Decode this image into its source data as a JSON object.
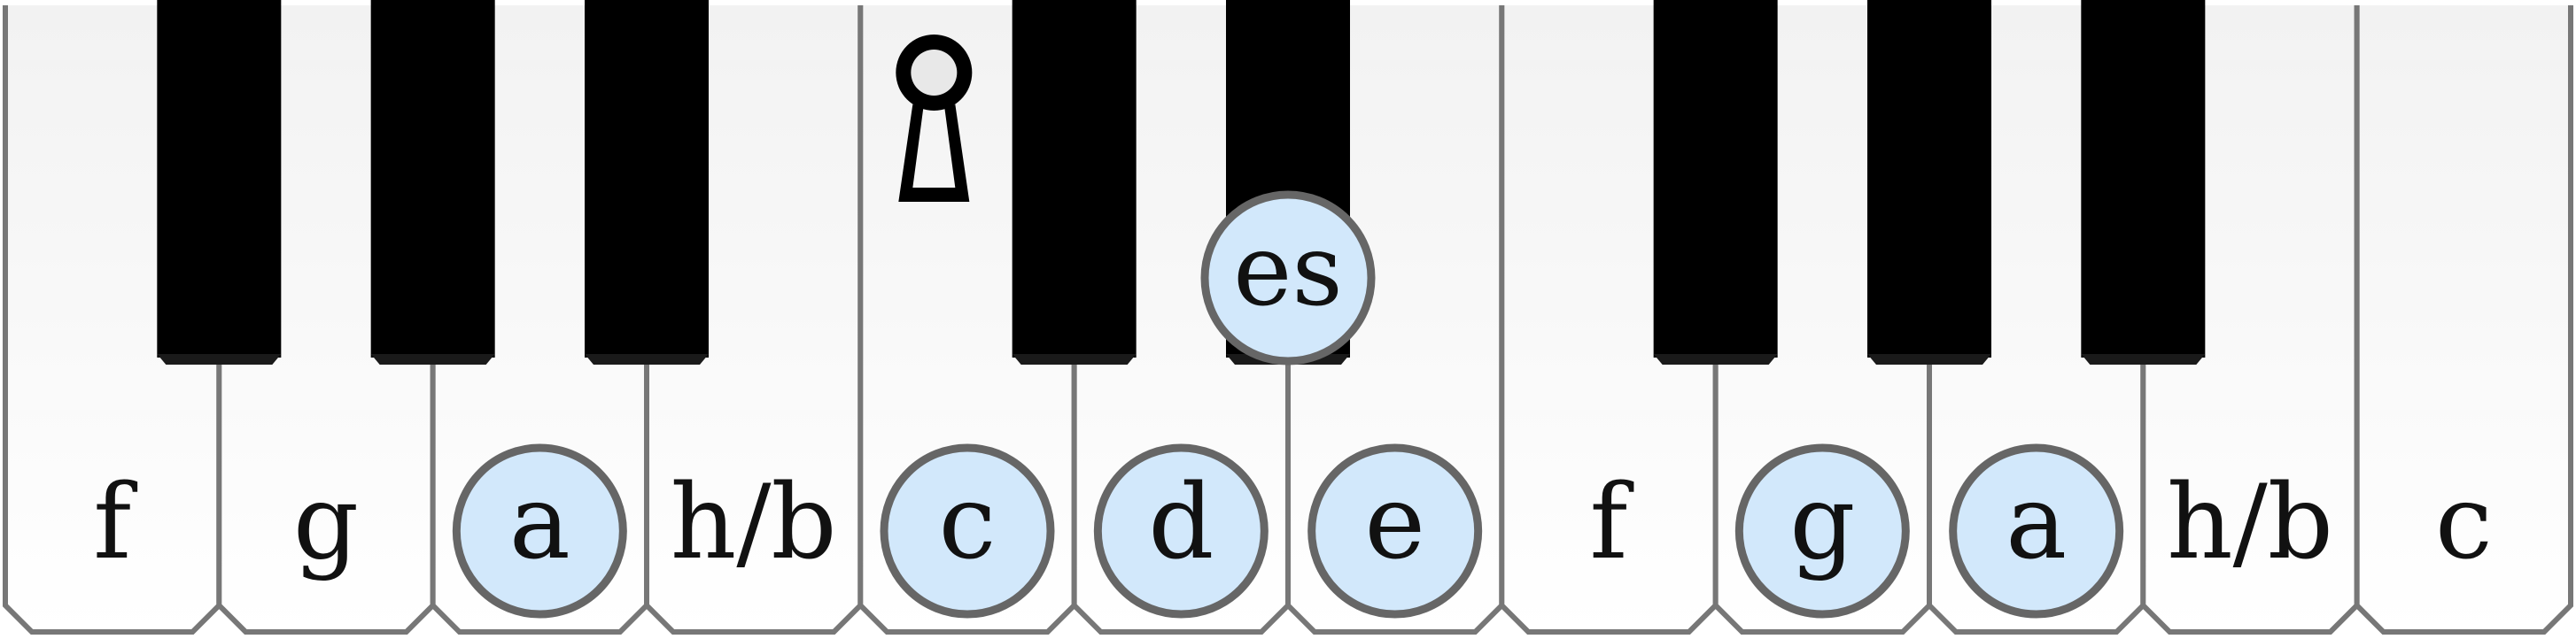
{
  "keyboard": {
    "white_keys": [
      {
        "name": "f",
        "label": "f",
        "highlighted": false
      },
      {
        "name": "g",
        "label": "g",
        "highlighted": false
      },
      {
        "name": "a",
        "label": "a",
        "highlighted": true
      },
      {
        "name": "h-b",
        "label": "h/b",
        "highlighted": false
      },
      {
        "name": "c",
        "label": "c",
        "highlighted": true,
        "marker": "keyhole-marker"
      },
      {
        "name": "d",
        "label": "d",
        "highlighted": true
      },
      {
        "name": "e",
        "label": "e",
        "highlighted": true
      },
      {
        "name": "f",
        "label": "f",
        "highlighted": false
      },
      {
        "name": "g",
        "label": "g",
        "highlighted": true
      },
      {
        "name": "a",
        "label": "a",
        "highlighted": true
      },
      {
        "name": "h-b",
        "label": "h/b",
        "highlighted": false
      },
      {
        "name": "c",
        "label": "c",
        "highlighted": false
      }
    ],
    "black_keys": [
      {
        "name": "fis-ges",
        "label": "",
        "highlighted": false
      },
      {
        "name": "gis-as",
        "label": "",
        "highlighted": false
      },
      {
        "name": "ais-b",
        "label": "",
        "highlighted": false
      },
      {
        "name": "cis-des",
        "label": "",
        "highlighted": false
      },
      {
        "name": "es",
        "label": "es",
        "highlighted": true
      },
      {
        "name": "fis-ges",
        "label": "",
        "highlighted": false
      },
      {
        "name": "gis-as",
        "label": "",
        "highlighted": false
      },
      {
        "name": "ais-b",
        "label": "",
        "highlighted": false
      }
    ]
  },
  "colors": {
    "white_key_top": "#f2f2f2",
    "white_key_bottom": "#ffffff",
    "key_outline": "#777777",
    "black_key": "#000000",
    "highlight_fill": "#d2e8fb",
    "highlight_stroke": "#666666",
    "marker_fill": "#e8e8e8"
  },
  "icons": {
    "start_marker": "keyhole-marker"
  }
}
